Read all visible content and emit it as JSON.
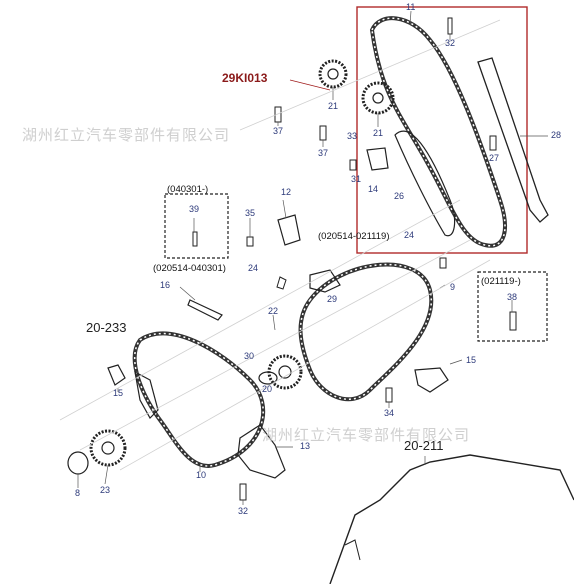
{
  "watermark": {
    "top_text": "湖州红立汽车零部件有限公司",
    "bottom_text": "湖州红立汽车零部件有限公司"
  },
  "highlight": {
    "part_number": "29KI013",
    "color": "#a01c1c"
  },
  "ref_labels": {
    "r20_233": "20-233",
    "r20_211": "20-211"
  },
  "date_labels": {
    "d040301": "(040301-)",
    "d020514_021119": "(020514-021119)",
    "d020514_040301": "(020514-040301)",
    "d021119": "(021119-)"
  },
  "callouts": {
    "c11": "11",
    "c32a": "32",
    "c21a": "21",
    "c21b": "21",
    "c37a": "37",
    "c37b": "37",
    "c33": "33",
    "c31": "31",
    "c14": "14",
    "c28": "28",
    "c27": "27",
    "c26": "26",
    "c12": "12",
    "c39": "39",
    "c35": "35",
    "c24a": "24",
    "c24b": "24",
    "c9": "9",
    "c16": "16",
    "c22": "22",
    "c38": "38",
    "c15a": "15",
    "c15b": "15",
    "c30": "30",
    "c34": "34",
    "c13": "13",
    "c10": "10",
    "c8": "8",
    "c23": "23",
    "c32b": "32",
    "c20": "20",
    "c29": "29"
  }
}
